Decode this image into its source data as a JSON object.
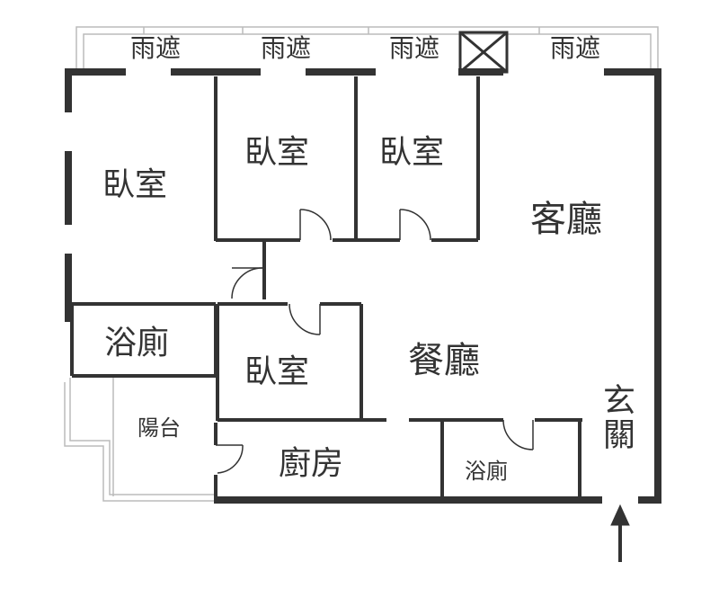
{
  "plan": {
    "balcony_rain_shelters": [
      "雨遮",
      "雨遮",
      "雨遮",
      "雨遮"
    ],
    "rooms": {
      "bedroom_west": "臥室",
      "bedroom_north_a": "臥室",
      "bedroom_north_b": "臥室",
      "bedroom_center": "臥室",
      "living_room": "客廳",
      "dining_room": "餐廳",
      "bathroom_west": "浴廁",
      "bathroom_south": "浴廁",
      "balcony": "陽台",
      "kitchen": "廚房",
      "entrance": "玄關"
    },
    "colors": {
      "wall": "#333333",
      "thin_line": "#bbbbbb",
      "text": "#333333"
    },
    "icons": [
      "vent-shaft-icon",
      "entry-arrow-icon",
      "door-swing-icon"
    ]
  }
}
